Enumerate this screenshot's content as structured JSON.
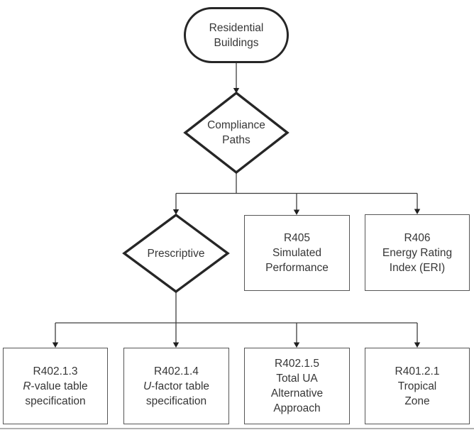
{
  "figure": {
    "type": "flowchart",
    "description": "Residential energy code compliance paths flowchart",
    "style": {
      "background": "#ffffff",
      "shape_stroke": "#262626",
      "box_stroke": "#565656",
      "connector_stroke": "#3d3d3d",
      "arrow_fill": "#1f1f1f",
      "text_color": "#363636",
      "bottom_rule_color": "#b0b0b0"
    }
  },
  "nodes": {
    "residential": {
      "shape": "stadium",
      "lines": [
        "Residential",
        "Buildings"
      ]
    },
    "compliance": {
      "shape": "diamond",
      "lines": [
        "Compliance",
        "Paths"
      ]
    },
    "prescriptive": {
      "shape": "diamond",
      "lines": [
        "Prescriptive"
      ]
    },
    "r405": {
      "shape": "rect",
      "lines": [
        "R405",
        "Simulated",
        "Performance"
      ]
    },
    "r406": {
      "shape": "rect",
      "lines": [
        "R406",
        "Energy Rating",
        "Index (ERI)"
      ]
    },
    "r402_1_3": {
      "shape": "rect",
      "line1": "R402.1.3",
      "line2_italic": "R",
      "line2_rest": "-value table",
      "line3": "specification"
    },
    "r402_1_4": {
      "shape": "rect",
      "line1": "R402.1.4",
      "line2_italic": "U",
      "line2_rest": "-factor table",
      "line3": "specification"
    },
    "r402_1_5": {
      "shape": "rect",
      "lines": [
        "R402.1.5",
        "Total UA",
        "Alternative",
        "Approach"
      ]
    },
    "r401_2_1": {
      "shape": "rect",
      "lines": [
        "R401.2.1",
        "Tropical",
        "Zone"
      ]
    }
  },
  "edges": [
    {
      "from": "residential",
      "to": "compliance"
    },
    {
      "from": "compliance",
      "to": "prescriptive"
    },
    {
      "from": "compliance",
      "to": "r405"
    },
    {
      "from": "compliance",
      "to": "r406"
    },
    {
      "from": "prescriptive",
      "to": "r402_1_3"
    },
    {
      "from": "prescriptive",
      "to": "r402_1_4"
    },
    {
      "from": "prescriptive",
      "to": "r402_1_5"
    },
    {
      "from": "prescriptive",
      "to": "r401_2_1"
    }
  ]
}
